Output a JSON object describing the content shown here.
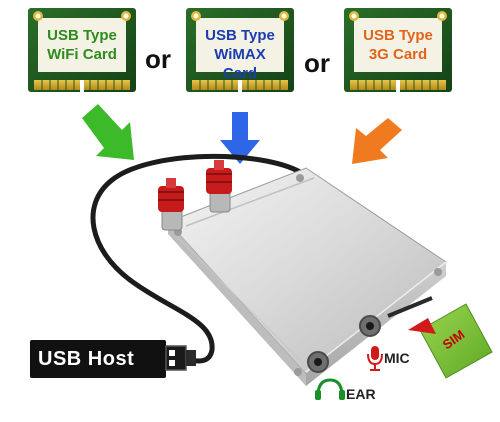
{
  "cards": [
    {
      "line1": "USB Type",
      "line2": "WiFi Card",
      "color": "#2e8b1e"
    },
    {
      "line1": "USB Type",
      "line2": "WiMAX Card",
      "color": "#1a3db0"
    },
    {
      "line1": "USB Type",
      "line2": "3G Card",
      "color": "#e0651a"
    }
  ],
  "connectors": [
    "or",
    "or"
  ],
  "usb_host": {
    "label": "USB Host"
  },
  "ports": {
    "mic": "MIC",
    "ear": "EAR"
  },
  "sim": {
    "label": "SIM"
  },
  "colors": {
    "pcb": "#1f5a1f",
    "card_face": "#f3f1e2",
    "arrow_green": "#3cba2a",
    "arrow_blue": "#2f66e8",
    "arrow_orange": "#f07a20",
    "enclosure": "#d8d8d8",
    "antenna": "#c61b1b",
    "sim_card": "#7ec43a"
  }
}
